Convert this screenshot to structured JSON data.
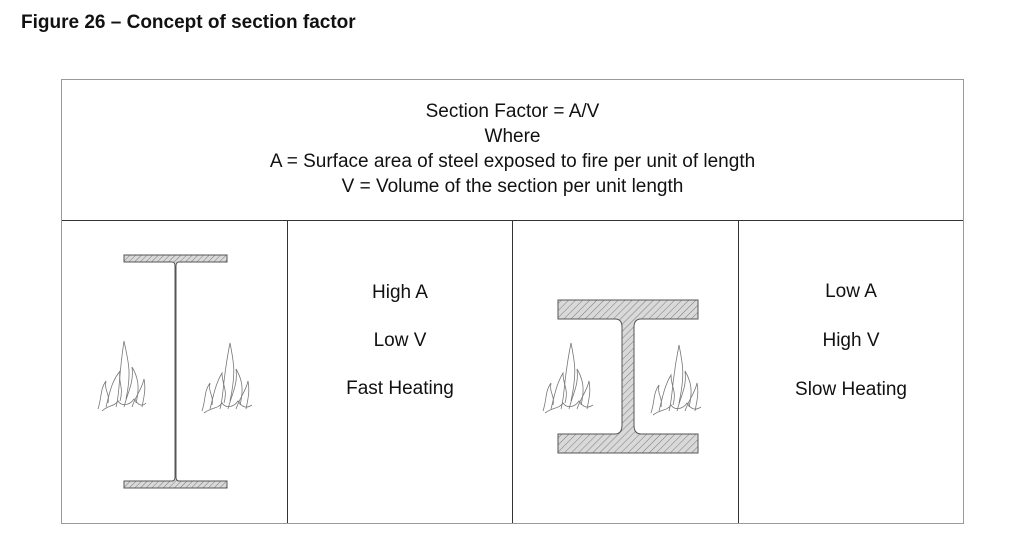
{
  "figure": {
    "title": "Figure 26 – Concept of section factor"
  },
  "header": {
    "formula": "Section Factor = A/V",
    "where": "Where",
    "a_def": "A = Surface area of steel exposed to fire per unit of length",
    "v_def": "V = Volume of the section per unit length"
  },
  "thin_section": {
    "icon": "thin-i-beam-with-flames",
    "line1": "High A",
    "line2": "Low V",
    "line3": "Fast Heating"
  },
  "thick_section": {
    "icon": "thick-i-beam-with-flames",
    "line1": "Low A",
    "line2": "High V",
    "line3": "Slow Heating"
  },
  "colors": {
    "frame": "#9a9a9a",
    "rule": "#333333",
    "steel_fill": "#d9d9d9",
    "hatch": "#7a7a7a"
  }
}
